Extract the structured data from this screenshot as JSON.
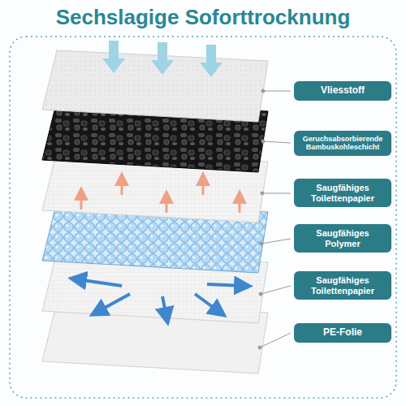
{
  "diagram": {
    "title": "Sechslagige Soforttrocknung",
    "nodes": [
      {
        "text": [
          "Vliesstoff"
        ]
      },
      {
        "text": [
          "Geruchsabsorbierende Bambuskohleschicht"
        ]
      },
      {
        "text": [
          "Saugfähiges Toilettenpapier"
        ]
      },
      {
        "text": [
          "Saugfähiges Polymer"
        ]
      },
      {
        "text": [
          "Saugfähiges Toilettenpapier"
        ]
      },
      {
        "text": [
          "PE-Folie"
        ]
      }
    ]
  }
}
